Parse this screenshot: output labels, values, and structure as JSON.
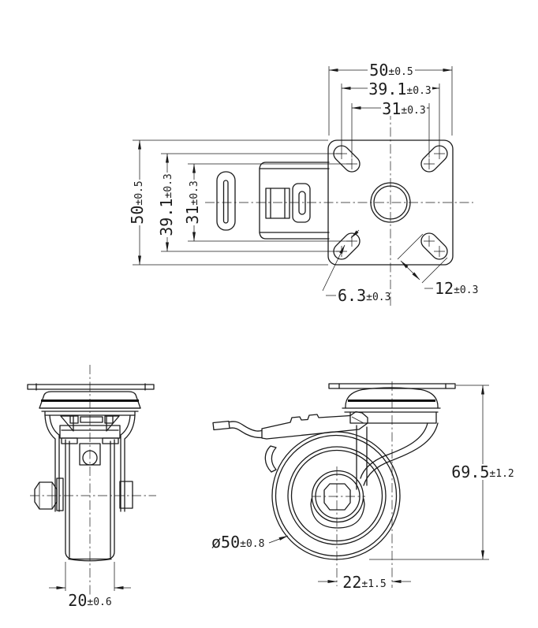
{
  "drawing": {
    "title_hint": "caster-technical-drawing",
    "background_color": "#ffffff",
    "line_color": "#1a1a1a",
    "dimensions": {
      "plate_width": {
        "value": "50",
        "tol": "±0.5"
      },
      "bolt_span_outer_h": {
        "value": "39.1",
        "tol": "±0.3"
      },
      "bolt_span_inner_h": {
        "value": "31",
        "tol": "±0.3"
      },
      "plate_height": {
        "value": "50",
        "tol": "±0.5"
      },
      "bolt_span_outer_v": {
        "value": "39.1",
        "tol": "±0.3"
      },
      "bolt_span_inner_v": {
        "value": "31",
        "tol": "±0.3"
      },
      "slot_width": {
        "value": "6.3",
        "tol": "±0.3"
      },
      "slot_length": {
        "value": "12",
        "tol": "±0.3"
      },
      "wheel_width": {
        "value": "20",
        "tol": "±0.6"
      },
      "wheel_diameter": {
        "value": "ø50",
        "tol": "±0.8"
      },
      "swivel_offset": {
        "value": "22",
        "tol": "±1.5"
      },
      "overall_height": {
        "value": "69.5",
        "tol": "±1.2"
      }
    }
  }
}
